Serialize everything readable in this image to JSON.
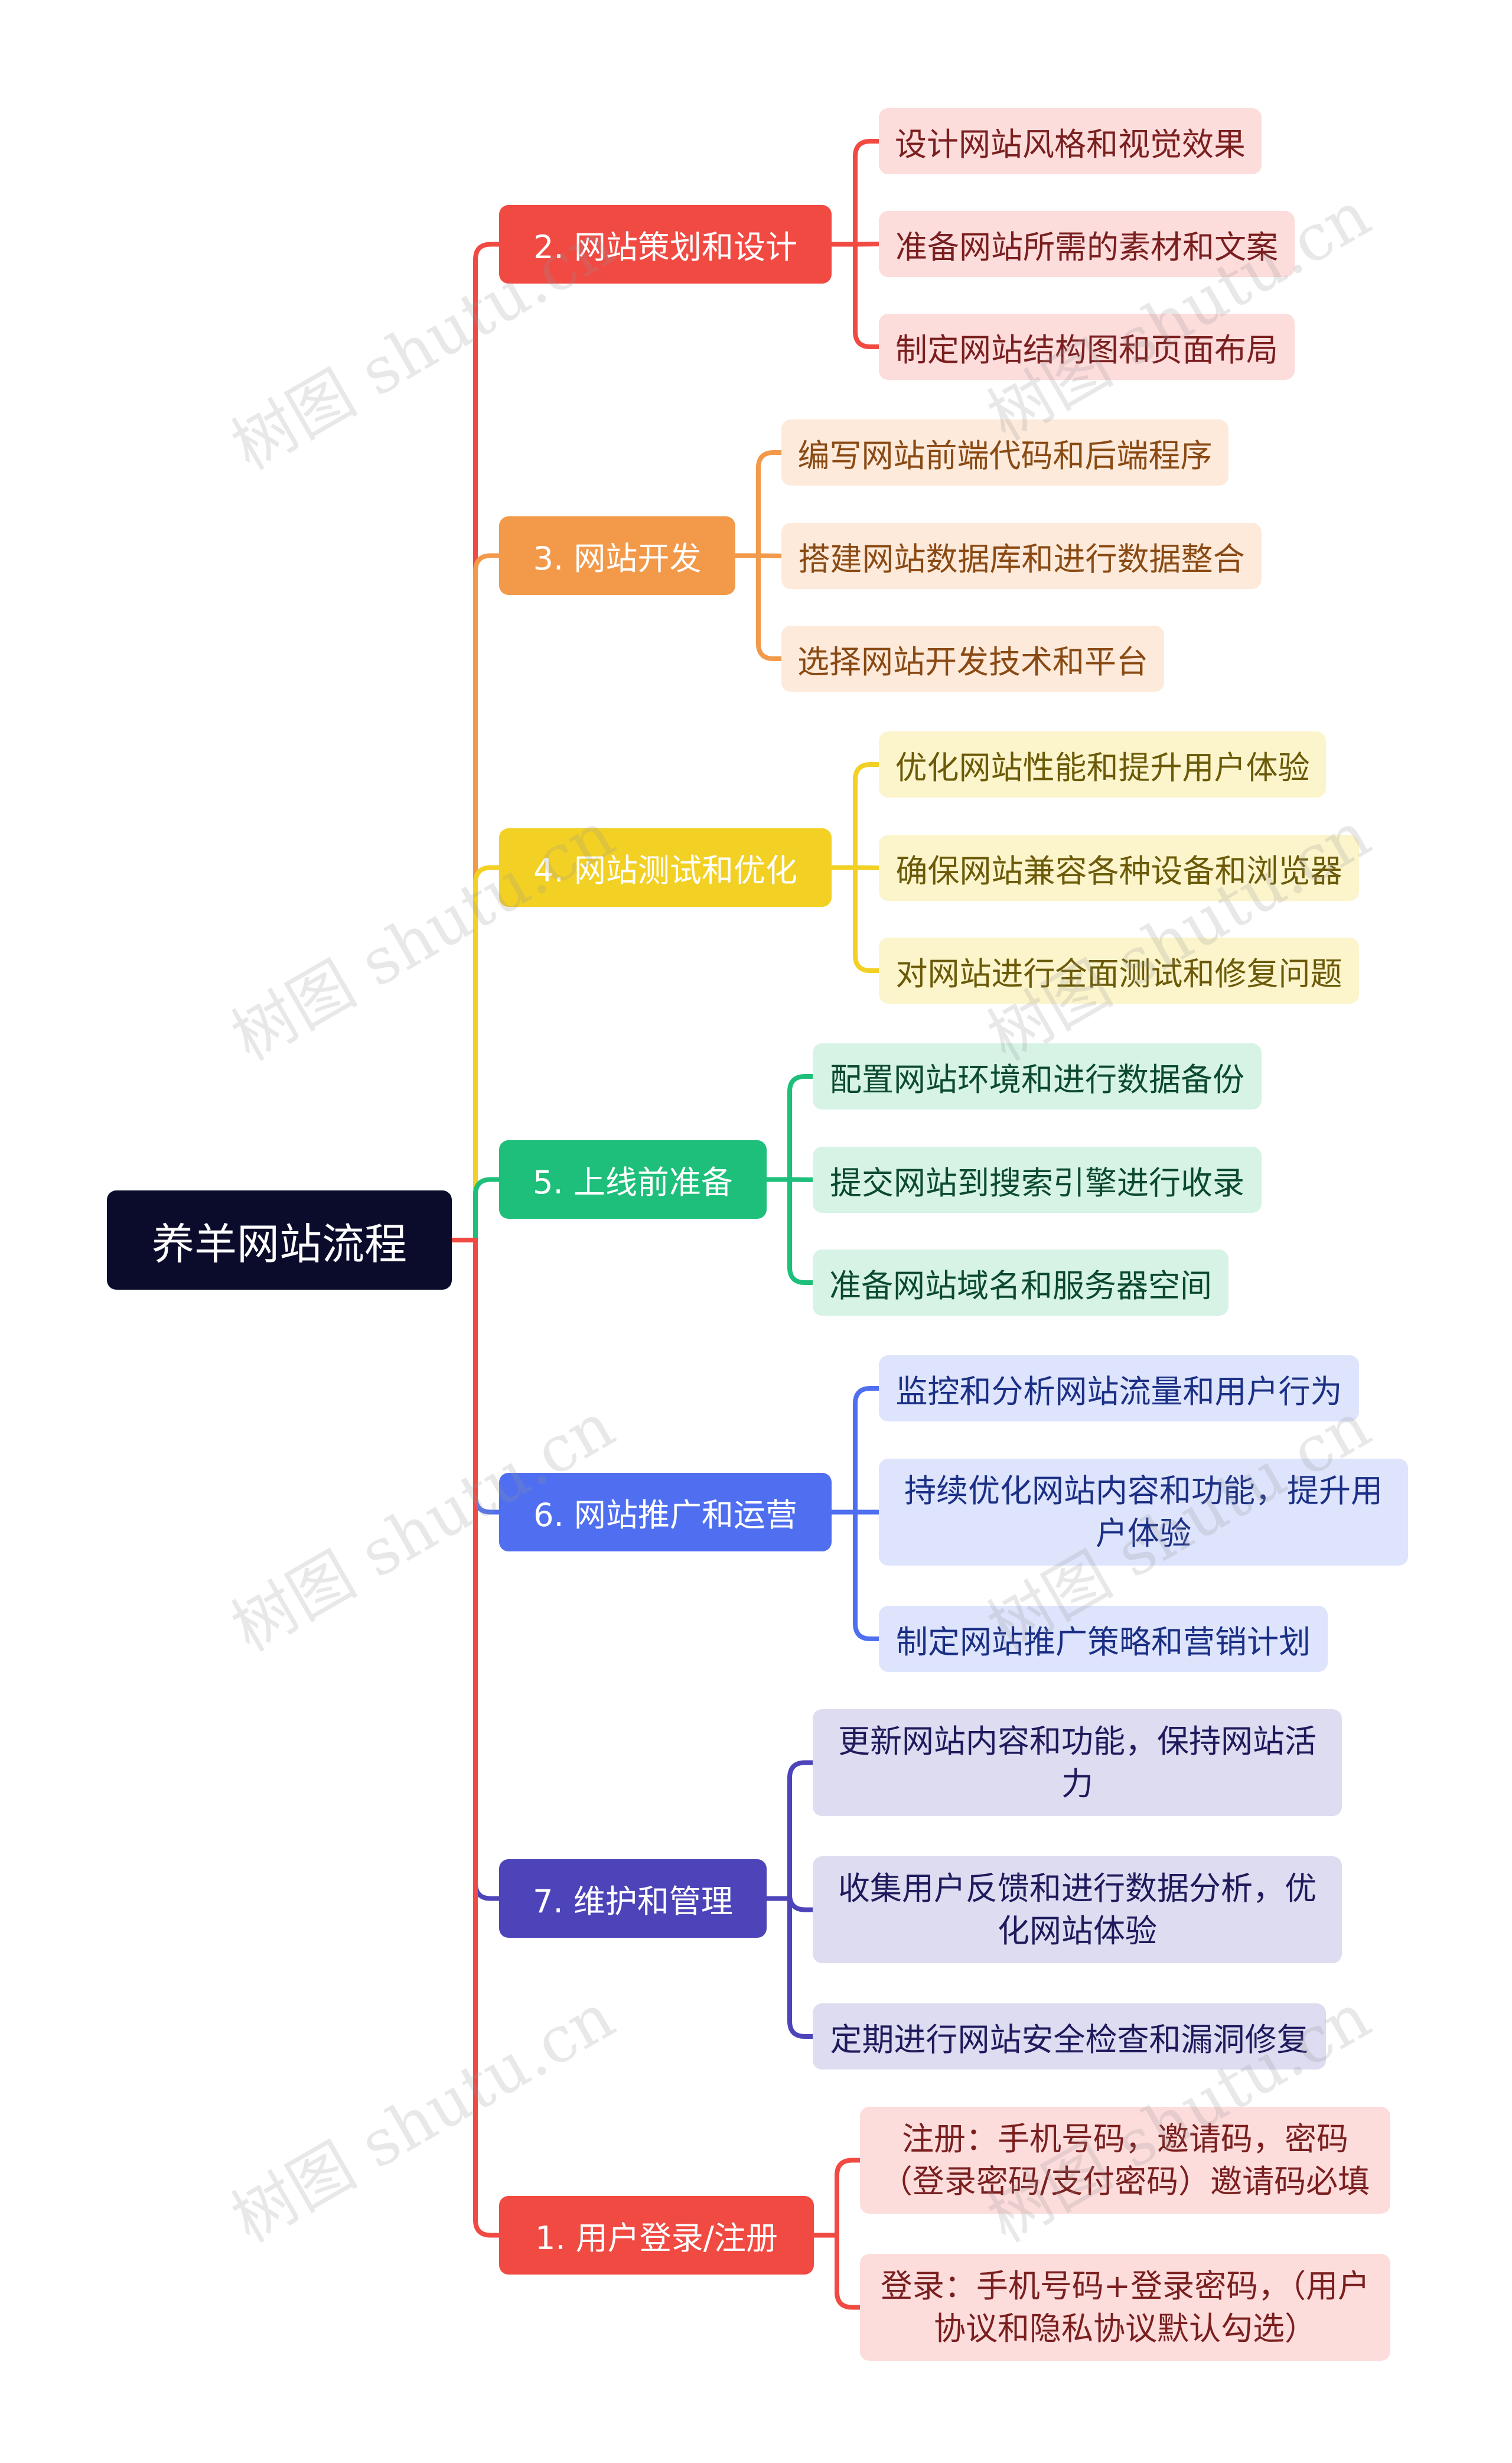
{
  "root": {
    "label": "养羊网站流程"
  },
  "watermark": "树图 shutu.cn",
  "branches": [
    {
      "label": "2. 网站策划和设计",
      "color": "#f04a43",
      "leafBg": "#fddcdc",
      "leafText": "#7a1f1f",
      "leaves": [
        "设计网站风格和视觉效果",
        "准备网站所需的素材和文案",
        "制定网站结构图和页面布局"
      ]
    },
    {
      "label": "3. 网站开发",
      "color": "#f2994a",
      "leafBg": "#fdeadb",
      "leafText": "#8a4a14",
      "leaves": [
        "编写网站前端代码和后端程序",
        "搭建网站数据库和进行数据整合",
        "选择网站开发技术和平台"
      ]
    },
    {
      "label": "4. 网站测试和优化",
      "color": "#f2d024",
      "leafBg": "#fcf5cc",
      "leafText": "#6b5a08",
      "leaves": [
        "优化网站性能和提升用户体验",
        "确保网站兼容各种设备和浏览器",
        "对网站进行全面测试和修复问题"
      ]
    },
    {
      "label": "5. 上线前准备",
      "color": "#1dbf7a",
      "leafBg": "#d6f3e6",
      "leafText": "#0c4a30",
      "leaves": [
        "配置网站环境和进行数据备份",
        "提交网站到搜索引擎进行收录",
        "准备网站域名和服务器空间"
      ]
    },
    {
      "label": "6. 网站推广和运营",
      "color": "#4f6ff0",
      "leafBg": "#dde4fc",
      "leafText": "#1b2f85",
      "leaves": [
        "监控和分析网站流量和用户行为",
        "持续优化网站内容和功能，提升用户体验",
        "制定网站推广策略和营销计划"
      ]
    },
    {
      "label": "7. 维护和管理",
      "color": "#4c44b8",
      "leafBg": "#dddcf0",
      "leafText": "#1e1a5c",
      "leaves": [
        "更新网站内容和功能，保持网站活力",
        "收集用户反馈和进行数据分析，优化网站体验",
        "定期进行网站安全检查和漏洞修复"
      ]
    },
    {
      "label": "1. 用户登录/注册",
      "color": "#f04a43",
      "leafBg": "#fddcdc",
      "leafText": "#7a1f1f",
      "leaves": [
        "注册：手机号码，邀请码，密码（登录密码/支付密码）邀请码必填",
        "登录：手机号码+登录密码，（用户协议和隐私协议默认勾选）"
      ]
    }
  ]
}
